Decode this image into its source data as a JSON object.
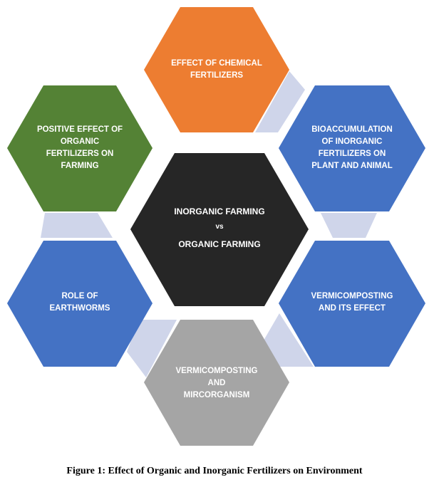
{
  "colors": {
    "orange": "#ED7D31",
    "green": "#548235",
    "blue": "#4472C4",
    "black": "#262626",
    "gray": "#A5A5A5",
    "connector": "#CFD5EA"
  },
  "nodes": {
    "center": {
      "line1": "INORGANIC FARMING",
      "line2": "vs",
      "line3": "ORGANIC FARMING"
    },
    "top": "EFFECT OF CHEMICAL\nFERTILIZERS",
    "top_right": "BIOACCUMULATION\nOF INORGANIC\nFERTILIZERS ON\nPLANT AND ANIMAL",
    "bottom_right": "VERMICOMPOSTING\nAND ITS EFFECT",
    "bottom": "VERMICOMPOSTING\nAND\nMIRCORGANISM",
    "bottom_left": "ROLE  OF\nEARTHWORMS",
    "top_left": "POSITIVE EFFECT OF\nORGANIC\nFERTILIZERS ON\nFARMING"
  },
  "caption": "Figure 1: Effect of Organic and Inorganic Fertilizers on Environment"
}
